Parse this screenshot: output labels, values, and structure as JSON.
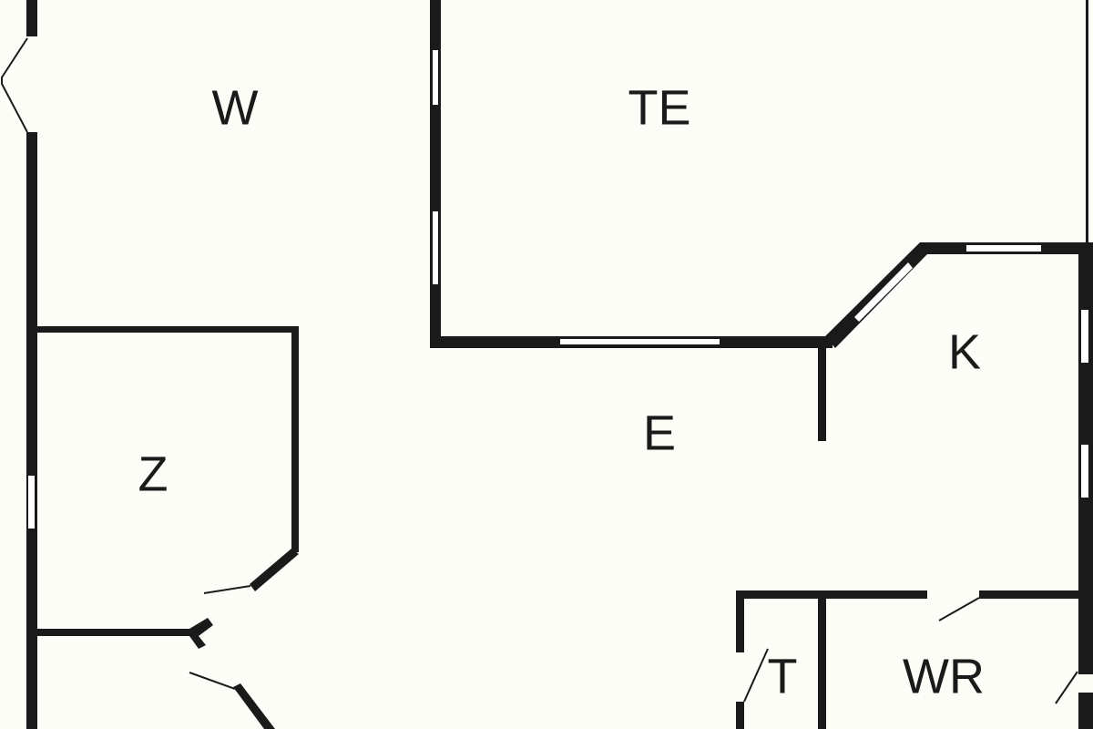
{
  "floor_plan": {
    "rooms": [
      {
        "id": "w",
        "label": "W"
      },
      {
        "id": "te",
        "label": "TE"
      },
      {
        "id": "k",
        "label": "K"
      },
      {
        "id": "e",
        "label": "E"
      },
      {
        "id": "z",
        "label": "Z"
      },
      {
        "id": "t",
        "label": "T"
      },
      {
        "id": "wr",
        "label": "WR"
      }
    ],
    "colors": {
      "wall": "#1a1a1a",
      "background": "#fdfdf8",
      "window": "#ffffff"
    }
  }
}
